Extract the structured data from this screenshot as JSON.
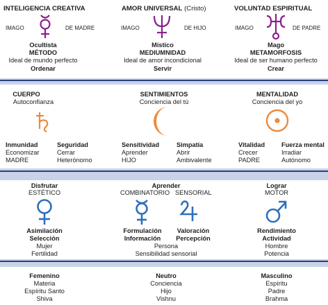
{
  "colors": {
    "purple": "#8c1f8a",
    "orange": "#ec8a3c",
    "blue": "#2e6fbe",
    "band": "#c8d3e7",
    "divider": "#2a3f84"
  },
  "row1": {
    "col1": {
      "title": "INTELIGENCIA CREATIVA",
      "left": "IMAGO",
      "right": "DE MADRE",
      "symbol": "mercury-icon",
      "line1": "Ocultista",
      "line2": "MÉTODO",
      "line3": "Ideal de mundo perfecto",
      "line4": "Ordenar"
    },
    "col2": {
      "title": "AMOR UNIVERSAL",
      "title_suffix": "(Cristo)",
      "left": "IMAGO",
      "right": "DE HIJO",
      "symbol": "neptune-icon",
      "line1": "Místico",
      "line2": "MEDIUMNIDAD",
      "line3": "Ideal de amor incondicional",
      "line4": "Servir"
    },
    "col3": {
      "title": "VOLUNTAD ESPIRITUAL",
      "left": "IMAGO",
      "right": "DE PADRE",
      "symbol": "uranus-icon",
      "line1": "Mago",
      "line2": "METAMORFOSIS",
      "line3": "Ideal de ser humano perfecto",
      "line4": "Crear"
    }
  },
  "row2": {
    "col1": {
      "title": "CUERPO",
      "subtitle": "Autoconfianza",
      "symbol": "saturn-icon",
      "left": {
        "title": "Inmunidad",
        "items": [
          "Economizar",
          "MADRE"
        ]
      },
      "right": {
        "title": "Seguridad",
        "items": [
          "Cerrar",
          "Heterónomo"
        ]
      }
    },
    "col2": {
      "title": "SENTIMIENTOS",
      "subtitle": "Conciencia del tú",
      "symbol": "moon-icon",
      "left": {
        "title": "Sensitividad",
        "items": [
          "Aprender",
          "HIJO"
        ]
      },
      "right": {
        "title": "Simpatía",
        "items": [
          "Abrir",
          "Ambivalente"
        ]
      }
    },
    "col3": {
      "title": "MENTALIDAD",
      "subtitle": "Conciencia del yo",
      "symbol": "sun-icon",
      "left": {
        "title": "Vitalidad",
        "items": [
          "Crecer",
          "PADRE"
        ]
      },
      "right": {
        "title": "Fuerza mental",
        "items": [
          "Irradiar",
          "Autónomo"
        ]
      }
    }
  },
  "row3": {
    "col1": {
      "title": "Disfrutar",
      "subtitle": "ESTÉTICO",
      "symbol": "venus-icon",
      "line1": "Asimilación",
      "line2": "Selección",
      "line3": "Mujer",
      "line4": "Fertilidad"
    },
    "col2": {
      "title": "Aprender",
      "sub_left": "COMBINATORIO",
      "sub_right": "SENSORIAL",
      "symbol_left": "mercury-icon",
      "symbol_right": "jupiter-icon",
      "left1": "Formulación",
      "left2": "Información",
      "right1": "Valoración",
      "right2": "Percepción",
      "line3": "Persona",
      "line4": "Sensibilidad sensorial"
    },
    "col3": {
      "title": "Lograr",
      "subtitle": "MOTOR",
      "symbol": "mars-icon",
      "line1": "Rendimiento",
      "line2": "Actividad",
      "line3": "Hombre",
      "line4": "Potencia"
    }
  },
  "row4": {
    "col1": {
      "title": "Femenino",
      "items": [
        "Materia",
        "Espíritu Santo",
        "Shiva"
      ]
    },
    "col2": {
      "title": "Neutro",
      "items": [
        "Conciencia",
        "Hijo",
        "Vishnu"
      ]
    },
    "col3": {
      "title": "Masculino",
      "items": [
        "Espíritu",
        "Padre",
        "Brahma"
      ]
    }
  }
}
